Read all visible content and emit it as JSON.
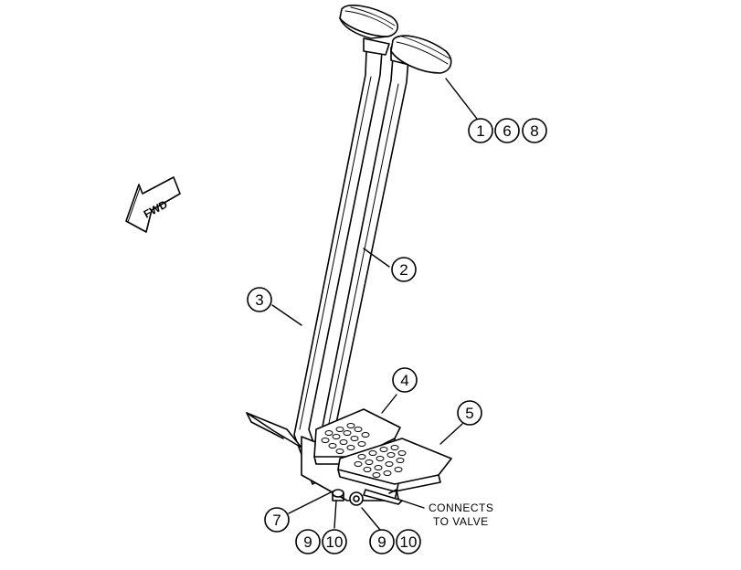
{
  "diagram": {
    "fwd_label": "FWD",
    "callouts": {
      "c1": "1",
      "c6": "6",
      "c8": "8",
      "c2": "2",
      "c3": "3",
      "c4": "4",
      "c5": "5",
      "c7": "7",
      "c9a": "9",
      "c10a": "10",
      "c9b": "9",
      "c10b": "10"
    },
    "note": {
      "line1": "CONNECTS",
      "line2": "TO VALVE"
    }
  }
}
